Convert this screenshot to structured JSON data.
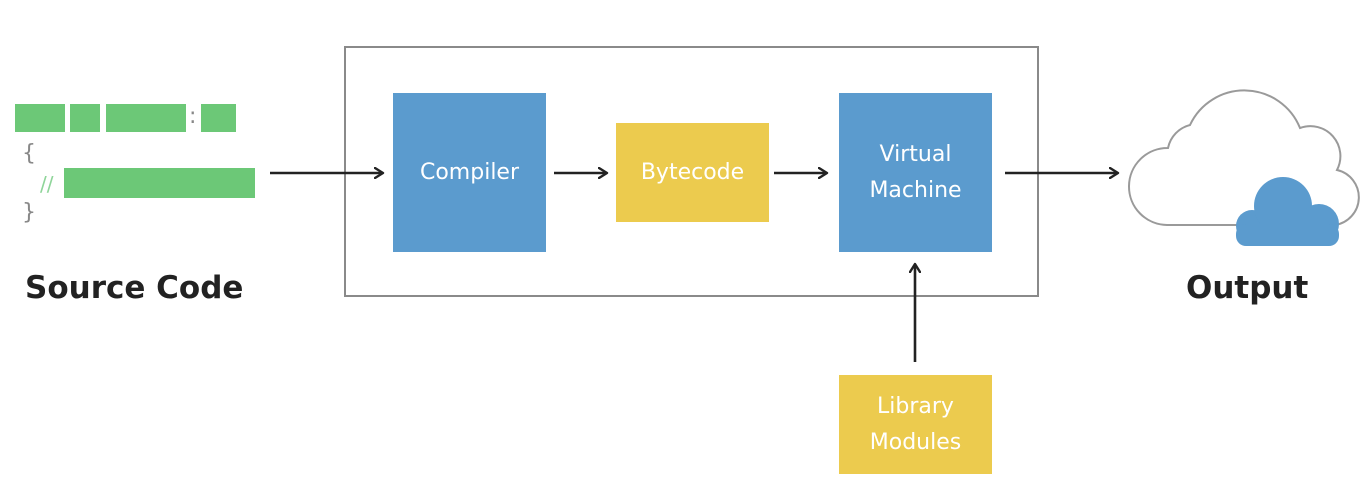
{
  "source": {
    "label": "Source Code",
    "brace_open": "{",
    "brace_close": "}",
    "colon": ":",
    "comment": "//"
  },
  "pipeline": {
    "compiler": "Compiler",
    "bytecode": "Bytecode",
    "virtual_machine": "Virtual\nMachine",
    "library_modules": "Library\nModules"
  },
  "output": {
    "label": "Output"
  },
  "colors": {
    "blue_box": "#5b9bce",
    "yellow_box": "#eccb4e",
    "code_green": "#6cc877",
    "frame_gray": "#8a8a8a",
    "arrow": "#222222"
  }
}
